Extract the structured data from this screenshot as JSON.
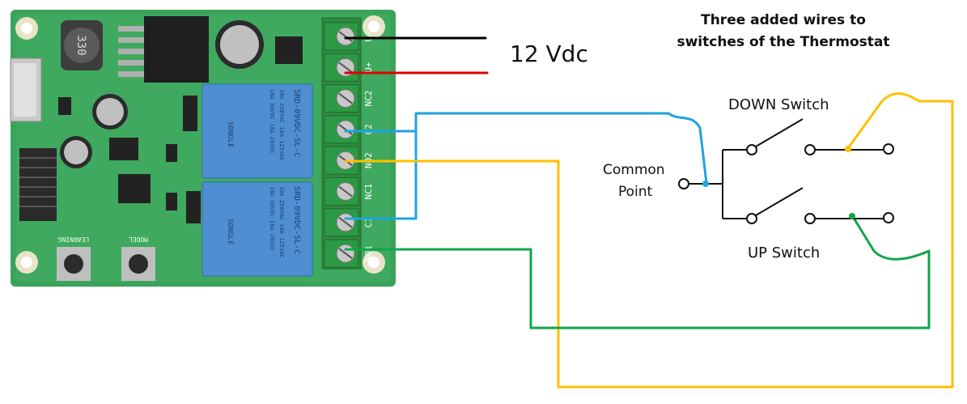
{
  "heading": {
    "line1": "Three added wires to",
    "line2": "switches of the Thermostat"
  },
  "supply_label": "12 Vdc",
  "common_point": {
    "line1": "Common",
    "line2": "Point"
  },
  "down_switch_label": "DOWN Switch",
  "up_switch_label": "UP Switch",
  "board": {
    "terminal_labels": [
      "U-",
      "U+",
      "NC2",
      "C2",
      "NO2",
      "NC1",
      "C1",
      "NO1"
    ],
    "button_labels": [
      "LEARNING",
      "MODEL"
    ],
    "inductor_marking": "330",
    "relay_marking": "SRD-09VDC-SL-C",
    "relay_rating_1": "10A 250VAC  10A 125VAC",
    "relay_rating_2": "10A 30VDC  10A 28VDC",
    "relay_brand": "SONGLE"
  },
  "colors": {
    "board": "#3aa35a",
    "relay": "#4f8fd1",
    "terminal": "#2f8a3e",
    "wire_black": "#000000",
    "wire_red": "#e00000",
    "wire_blue": "#1fa3e0",
    "wire_yellow": "#ffc000",
    "wire_green": "#10a64a"
  }
}
